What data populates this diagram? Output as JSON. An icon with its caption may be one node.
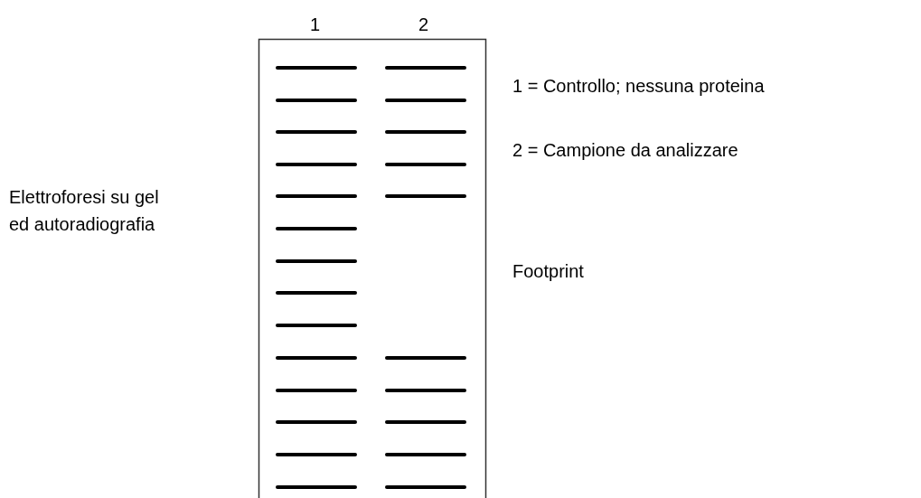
{
  "diagram": {
    "labels": [
      "1",
      "2",
      "1 = Controllo; nessuna proteina",
      "2 = Campione da analizzare",
      "Elettroforesi su gel ed autoradiografia",
      "Footprint"
    ]
  }
}
